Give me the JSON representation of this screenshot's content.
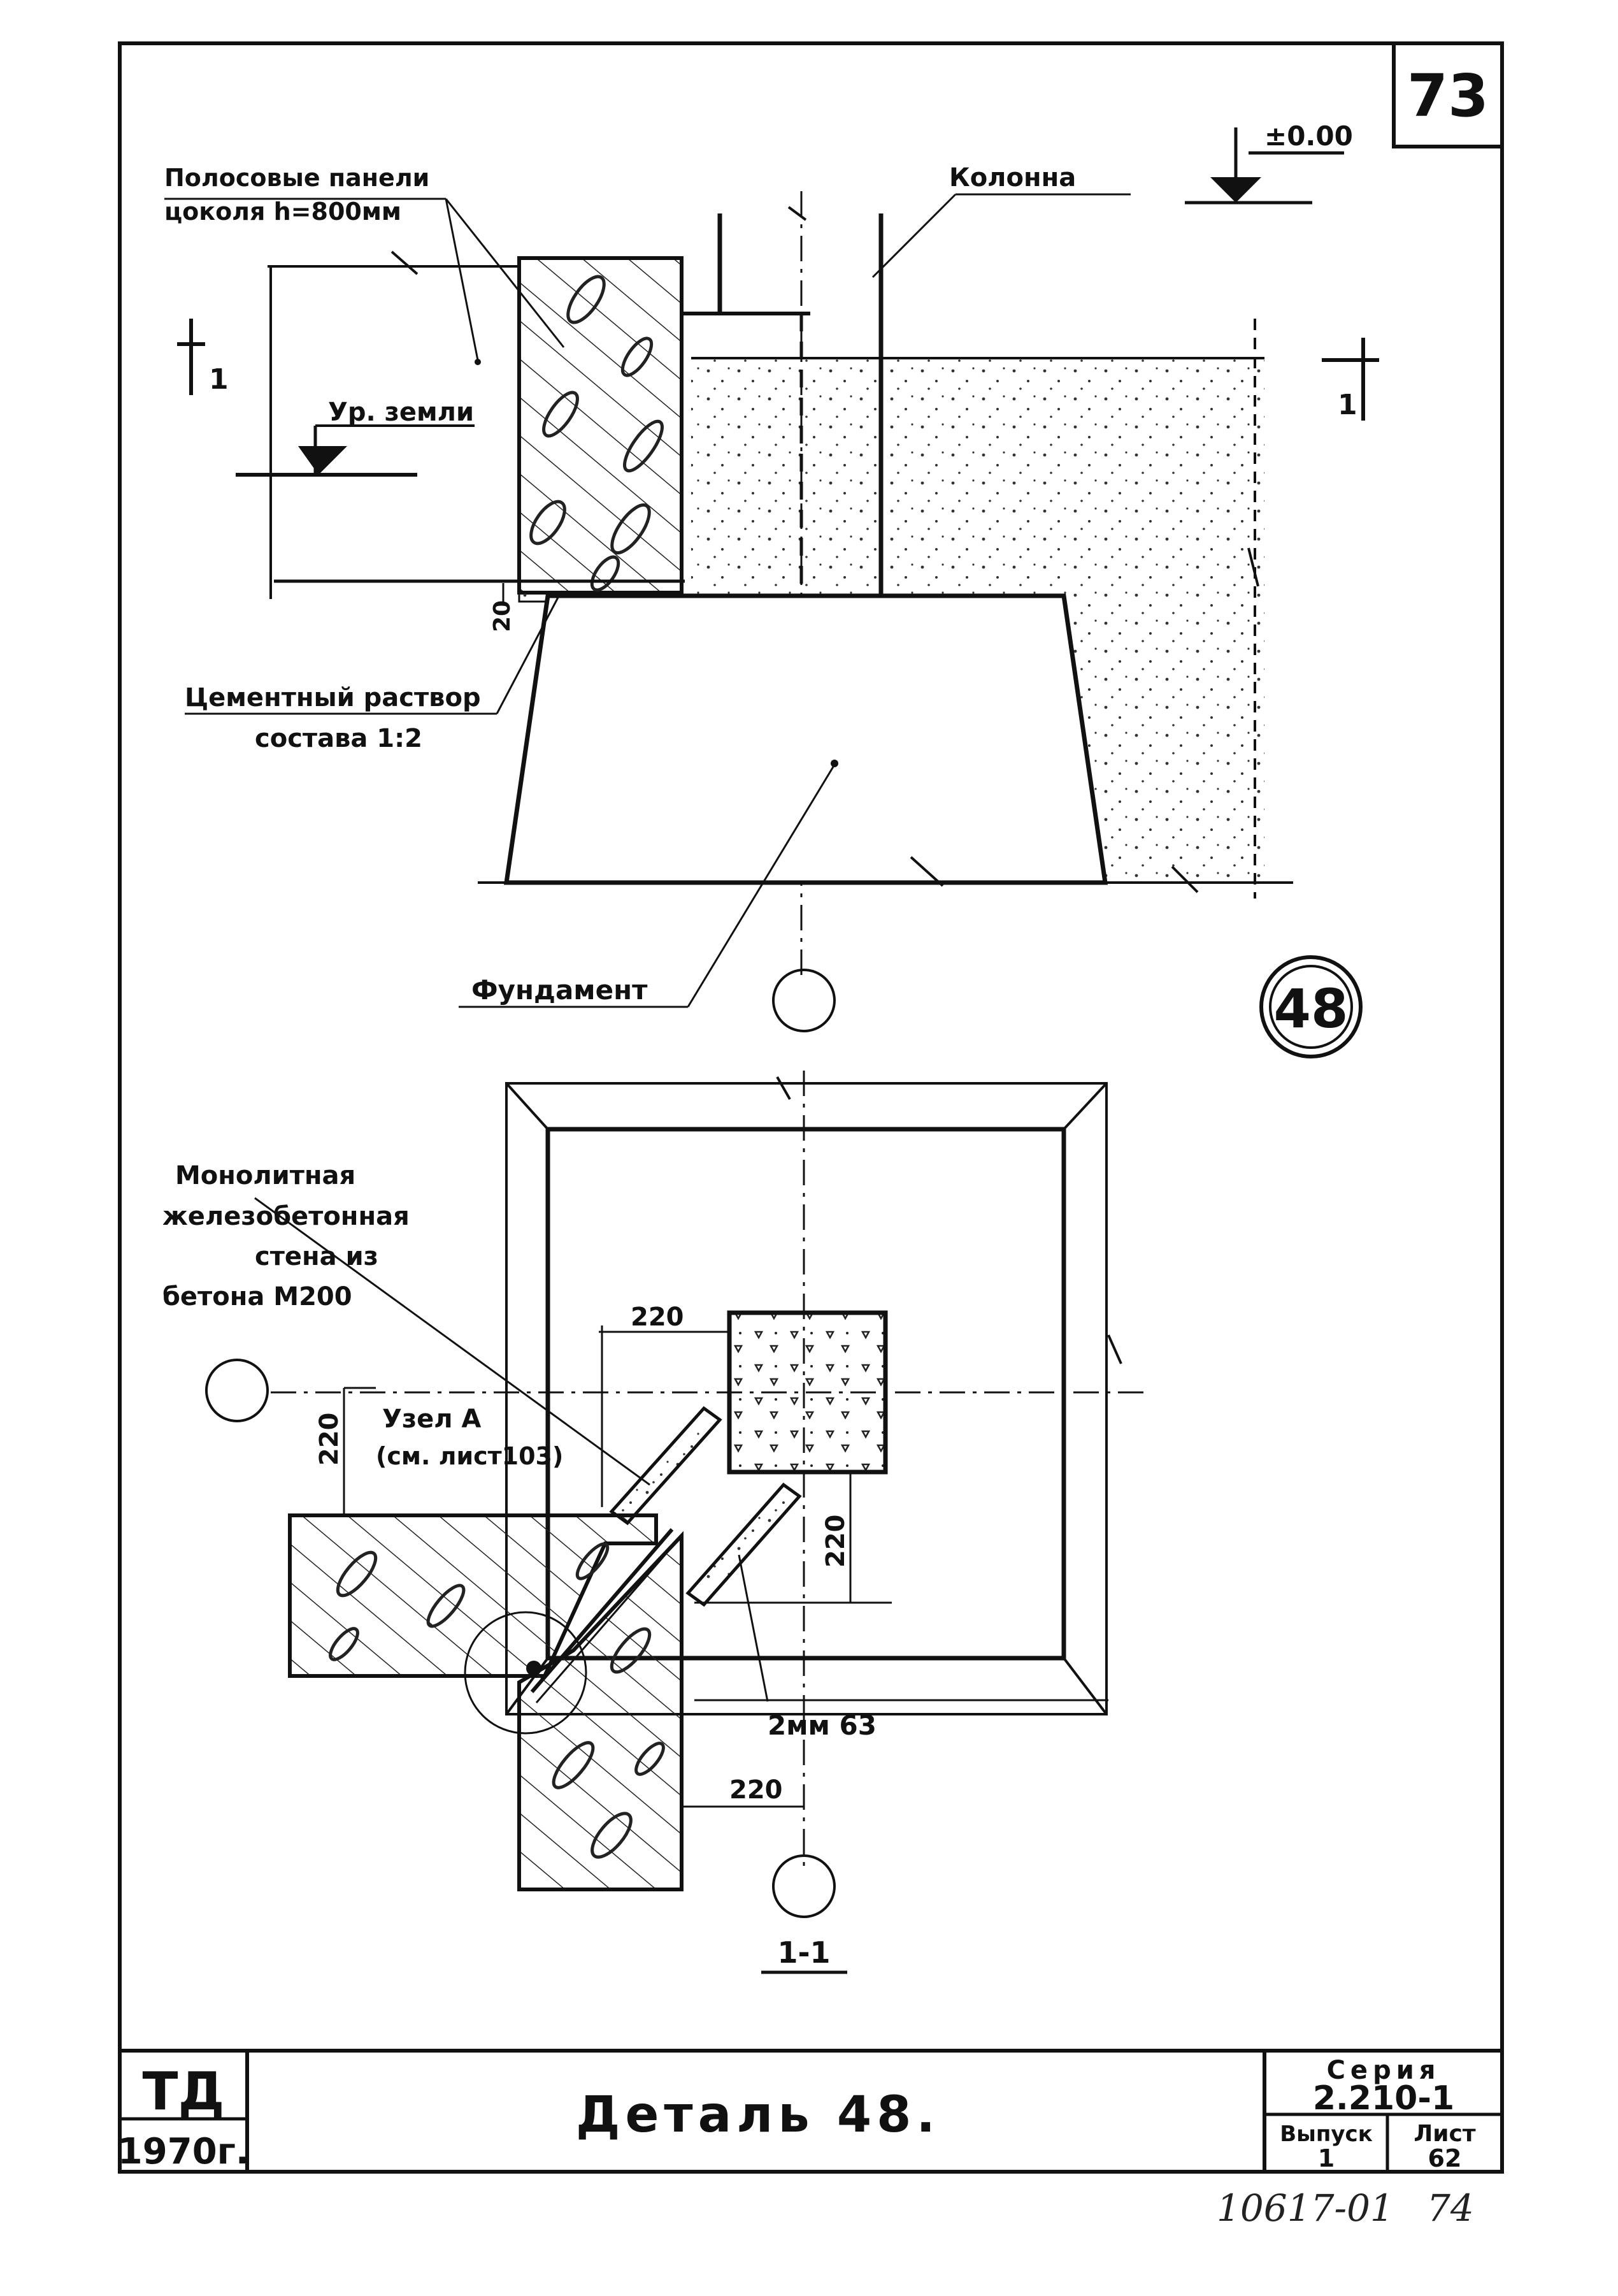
{
  "sheet_number": "73",
  "level_mark": "±0.00",
  "labels": {
    "plinth_panels_line1": "Полосовые панели",
    "plinth_panels_line2": "цоколя h=800мм",
    "column": "Колонна",
    "ground_level": "Ур. земли",
    "cement_mortar_line1": "Цементный раствор",
    "cement_mortar_line2": "состава 1:2",
    "foundation": "Фундамент",
    "monolithic_wall_line1": "Монолитная",
    "monolithic_wall_line2": "железобетонная",
    "monolithic_wall_line3": "стена из",
    "monolithic_wall_line4": "бетона М200",
    "node_line1": "Узел А",
    "node_line2": "(см. лист103)",
    "angle_bars": "2мм 63",
    "section_label": "1-1",
    "detail_number": "48"
  },
  "dimensions": {
    "gap_20": "20",
    "dim_220_top": "220",
    "dim_220_left": "220",
    "dim_220_right": "220",
    "dim_220_bottom": "220"
  },
  "section_marks": {
    "left": "1",
    "right": "1"
  },
  "title_block": {
    "org": "ТД",
    "year": "1970г.",
    "title": "Деталь 48.",
    "series_label": "Серия",
    "series_value": "2.210-1",
    "issue_label": "Выпуск",
    "issue_value": "1",
    "sheet_label": "Лист",
    "sheet_value": "62"
  },
  "footer": {
    "archive_number": "10617-01",
    "page_number": "74"
  },
  "colors": {
    "ink": "#111111",
    "paper": "#ffffff"
  }
}
